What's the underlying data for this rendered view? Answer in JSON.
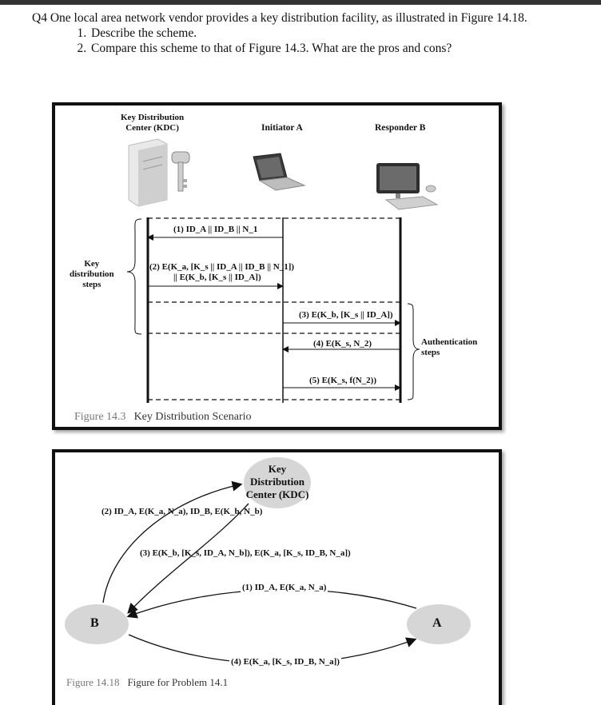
{
  "question": {
    "title": "Q4 One local area network vendor provides a key distribution facility, as illustrated in Figure 14.18.",
    "items": [
      "Describe the scheme.",
      "Compare this scheme to that of Figure 14.3. What are the pros and cons?"
    ]
  },
  "fig14_3": {
    "kdc_label_line1": "Key Distribution",
    "kdc_label_line2": "Center (KDC)",
    "initiator_label": "Initiator A",
    "responder_label": "Responder B",
    "key_steps_label": [
      "Key",
      "distribution",
      "steps"
    ],
    "auth_steps_label": [
      "Authentication",
      "steps"
    ],
    "messages": {
      "m1": "(1) ID_A || ID_B || N_1",
      "m2a": "(2) E(K_a, [K_s || ID_A || ID_B || N_1])",
      "m2b": "|| E(K_b, [K_s || ID_A])",
      "m3": "(3) E(K_b, [K_s || ID_A])",
      "m4": "(4) E(K_s, N_2)",
      "m5": "(5) E(K_s, f(N_2))"
    },
    "caption_number": "Figure 14.3",
    "caption_text": "Key Distribution Scenario"
  },
  "fig14_18": {
    "kdc_node": [
      "Key",
      "Distribution",
      "Center (KDC)"
    ],
    "node_b": "B",
    "node_a": "A",
    "messages": {
      "m1": "(1) ID_A, E(K_a, N_a)",
      "m2": "(2) ID_A, E(K_a, N_a), ID_B, E(K_b, N_b)",
      "m3": "(3) E(K_b, [K_s, ID_A, N_b]), E(K_a, [K_s, ID_B, N_a])",
      "m4": "(4) E(K_a, [K_s, ID_B, N_a])"
    },
    "caption_number": "Figure 14.18",
    "caption_text": "Figure for Problem 14.1"
  },
  "colors": {
    "topbar": "#333333",
    "node_fill": "#d6d6d6",
    "lifeline": "#111111",
    "caption_number": "#777777"
  },
  "icons": [
    "server-icon",
    "key-icon",
    "laptop-icon",
    "desktop-computer-icon"
  ]
}
